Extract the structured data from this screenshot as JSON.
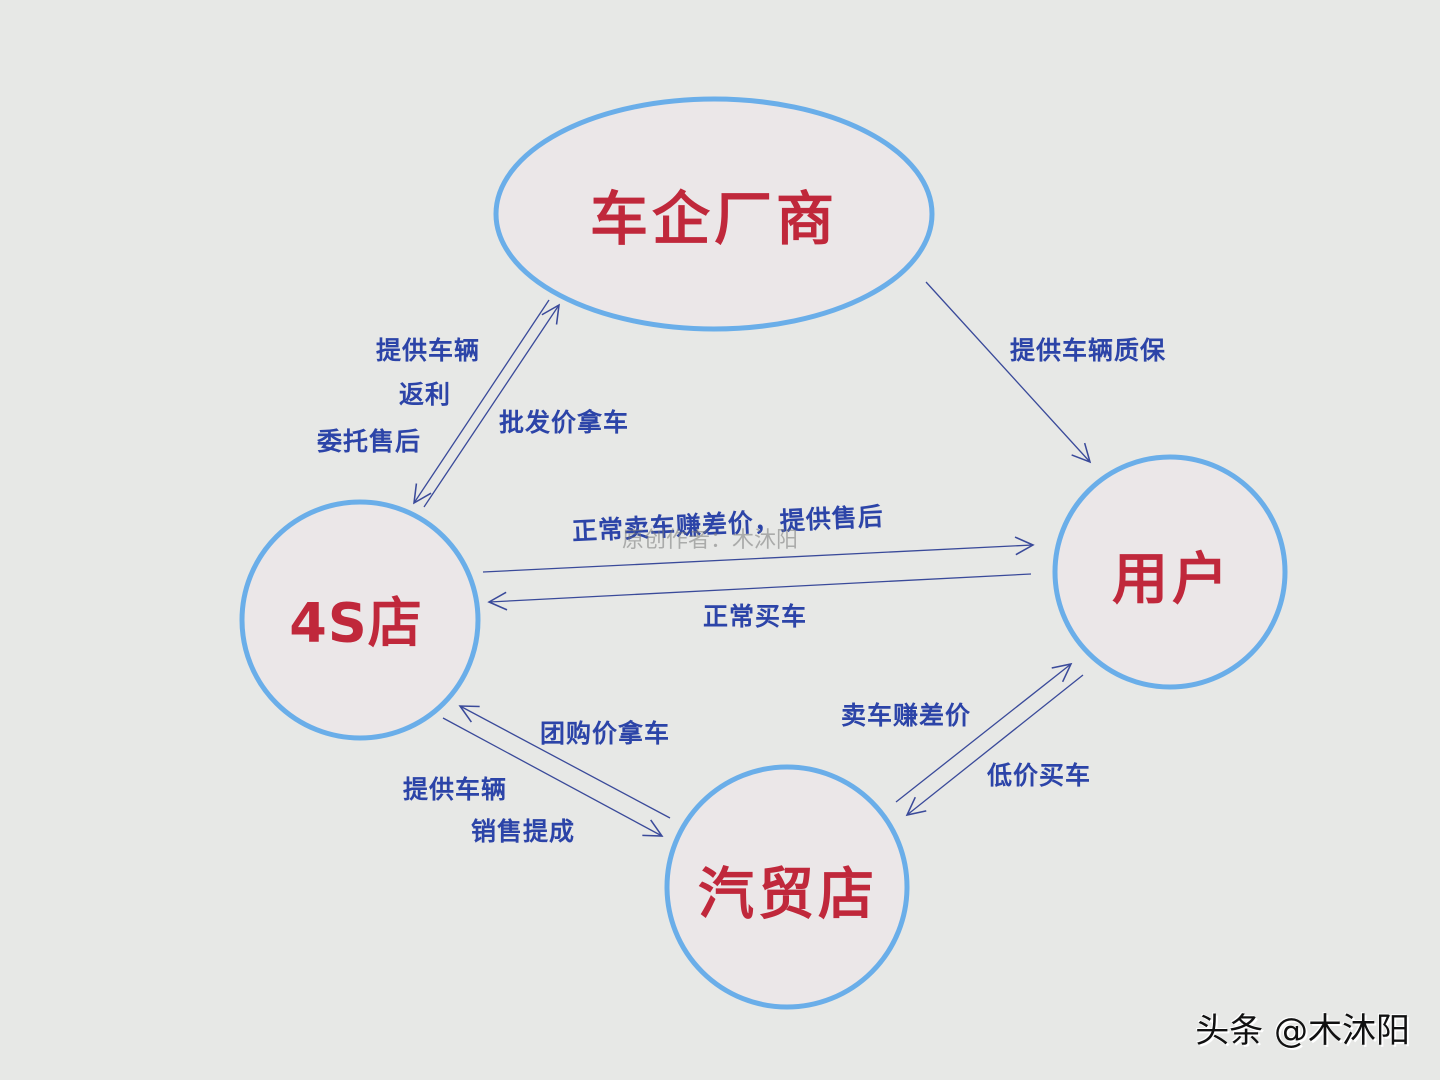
{
  "diagram": {
    "background": "#e7e8e6",
    "node_fill": "#ebe7e8",
    "node_stroke": "#6aaee9",
    "node_text_color": "#c0283b",
    "edge_text_color": "#2c44a8",
    "arrow_color": "#3a4a9a",
    "nodes": {
      "manufacturer": {
        "label": "车企厂商",
        "shape": "ellipse"
      },
      "dealer_4s": {
        "label": "4S店",
        "shape": "circle"
      },
      "user": {
        "label": "用户",
        "shape": "circle"
      },
      "trade_shop": {
        "label": "汽贸店",
        "shape": "circle"
      }
    },
    "edges": {
      "manufacturer_to_4s": {
        "lines": [
          "提供车辆",
          "返利",
          "委托售后"
        ]
      },
      "4s_to_manufacturer": {
        "label": "批发价拿车"
      },
      "manufacturer_to_user": {
        "label": "提供车辆质保"
      },
      "4s_to_user": {
        "label": "正常卖车赚差价，提供售后"
      },
      "user_to_4s": {
        "label": "正常买车"
      },
      "trade_to_4s": {
        "label": "团购价拿车"
      },
      "4s_to_trade": {
        "lines": [
          "提供车辆",
          "销售提成"
        ]
      },
      "trade_to_user": {
        "label": "卖车赚差价"
      },
      "user_to_trade": {
        "label": "低价买车"
      }
    }
  },
  "watermark": {
    "faint_overlay": "原创作者：木沐阳",
    "credit": "头条 @木沐阳"
  }
}
